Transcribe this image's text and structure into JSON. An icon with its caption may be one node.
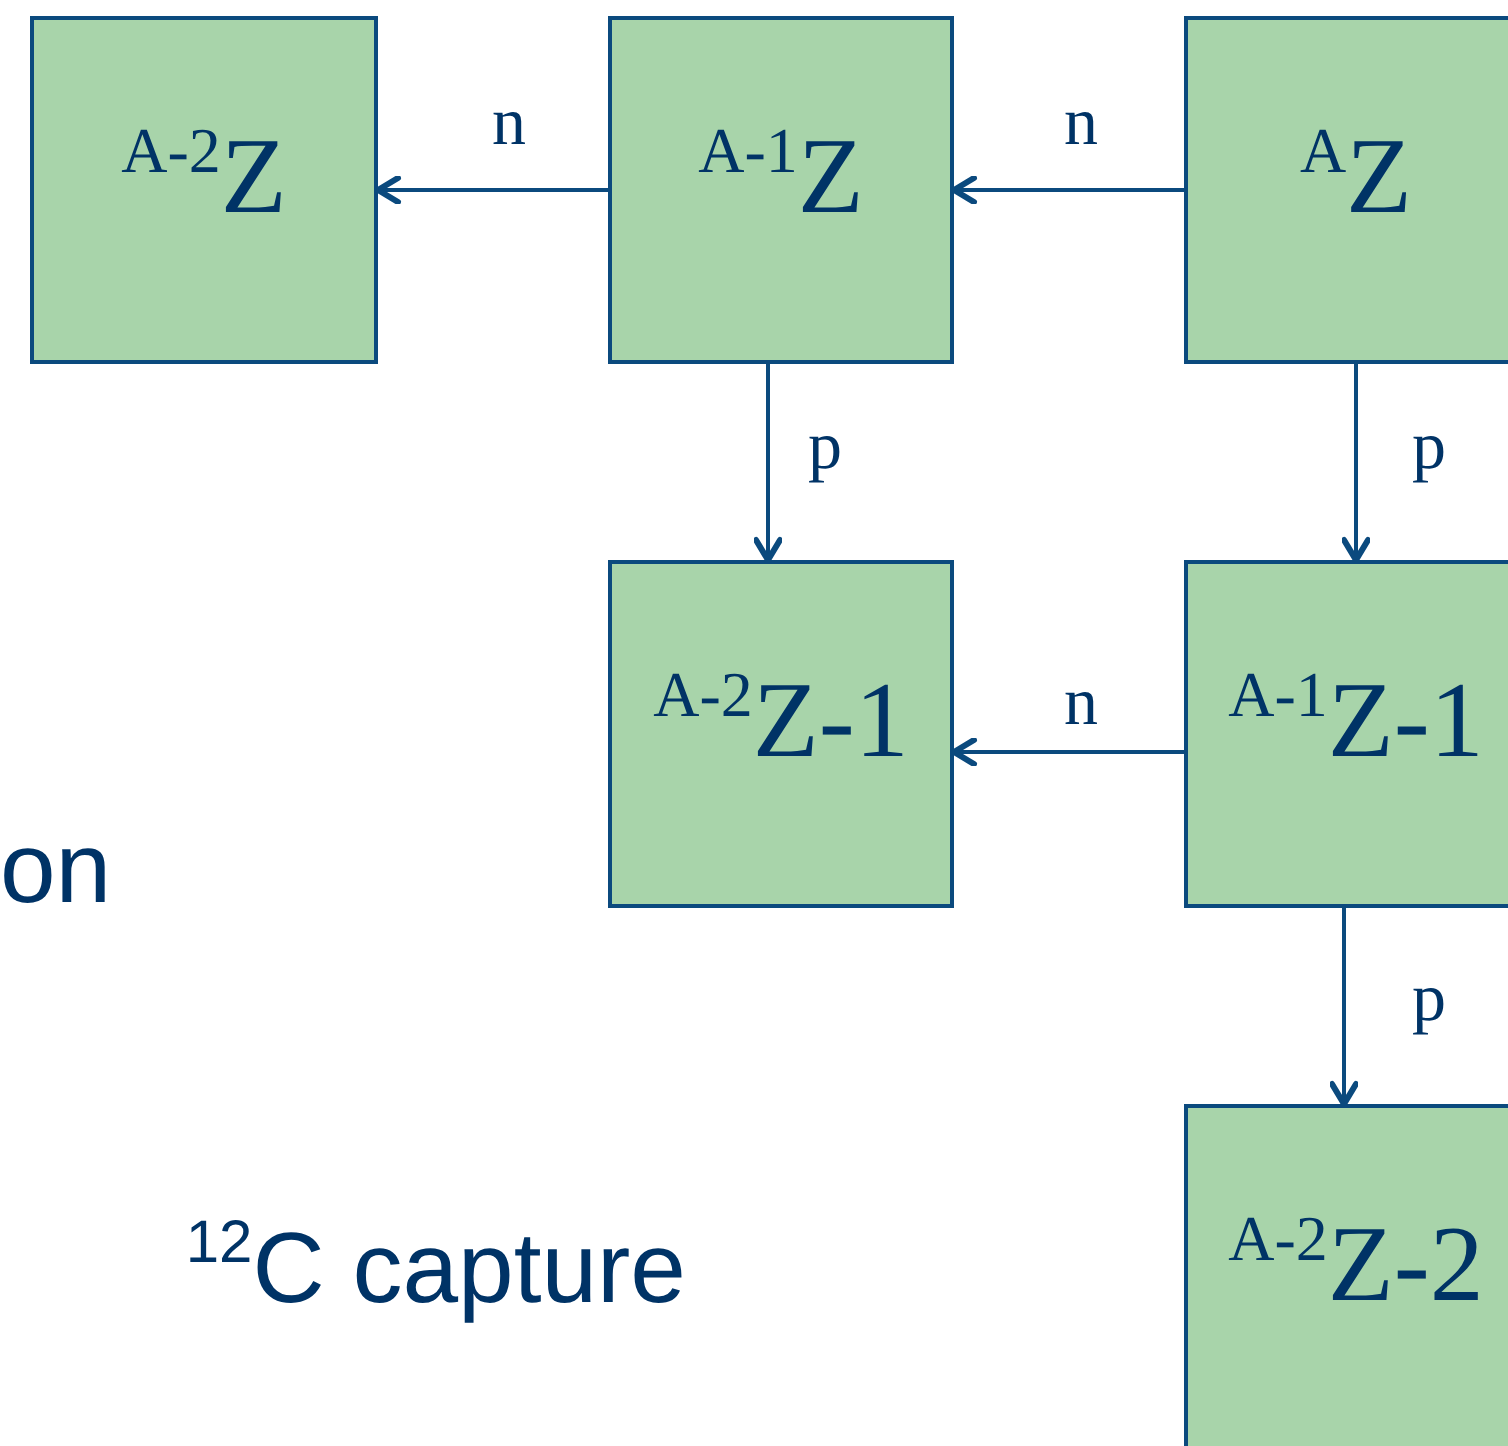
{
  "diagram": {
    "nodes": [
      {
        "text": [
          "$^{A-2}$Z"
        ]
      },
      {
        "text": [
          "$^{A-1}$Z"
        ]
      },
      {
        "text": [
          "$^{A}$Z"
        ]
      },
      {
        "text": [
          "$^{A-2}$Z-1"
        ]
      },
      {
        "text": [
          "$^{A-1}$Z-1"
        ]
      },
      {
        "text": [
          "$^{A-2}$Z-2"
        ]
      }
    ],
    "edges": [
      {
        "from": 1,
        "to": 0,
        "arrow": "to",
        "label": "n"
      },
      {
        "from": 2,
        "to": 1,
        "arrow": "to",
        "label": "n"
      },
      {
        "from": 1,
        "to": 3,
        "arrow": "to",
        "label": "p"
      },
      {
        "from": 2,
        "to": 4,
        "arrow": "to",
        "label": "p"
      },
      {
        "from": 4,
        "to": 3,
        "arrow": "to",
        "label": "n"
      },
      {
        "from": 4,
        "to": 5,
        "arrow": "to",
        "label": "p"
      }
    ],
    "labels": [
      "on",
      "$^{12}$C capture"
    ]
  }
}
